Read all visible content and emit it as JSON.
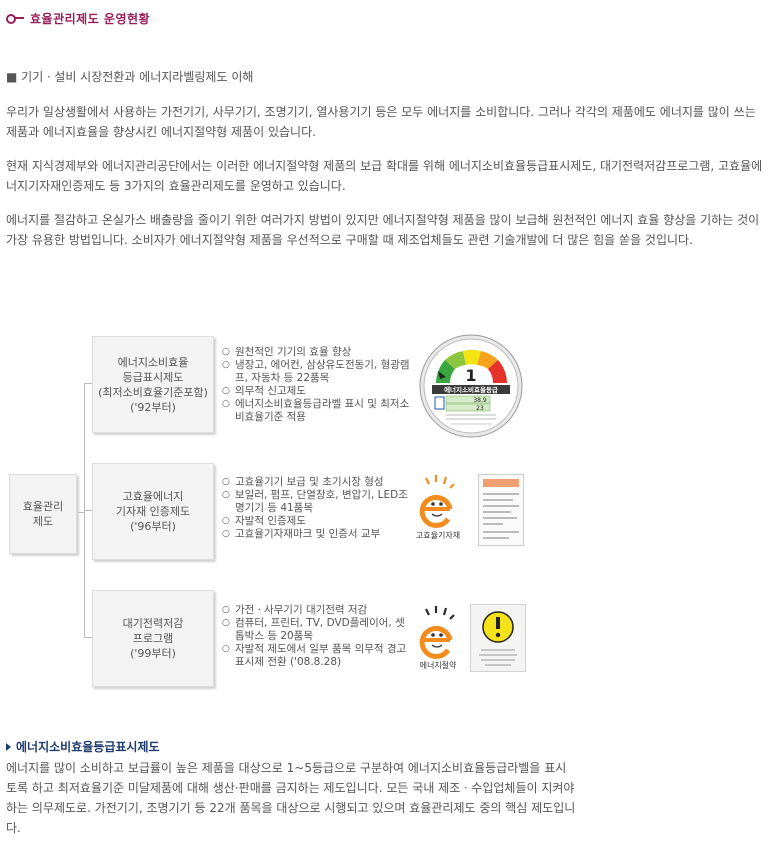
{
  "page_title": "효율관리제도 운영현황",
  "section_heading": "■ 기기ㆍ설비 시장전환과 에너지라벨링제도 이해",
  "paragraphs": [
    "우리가 일상생활에서 사용하는 가전기기, 사무기기, 조명기기, 열사용기기 등은 모두 에너지를 소비합니다. 그러나 각각의 제품에도 에너지를 많이 쓰는 제품과 에너지효율을 향상시킨 에너지절약형 제품이 있습니다.",
    "현재 지식경제부와 에너지관리공단에서는 이러한 에너지절약형 제품의 보급 확대를 위해 에너지소비효율등급표시제도, 대기전력저감프로그램, 고효율에너지기자재인증제도 등 3가지의 효율관리제도를 운영하고 있습니다.",
    "에너지를 절감하고 온실가스 배출량을 줄이기 위한 여러가지 방법이 있지만 에너지절약형 제품을 많이 보급해 원천적인 에너지 효율 향상을 기하는 것이 가장 유용한 방법입니다. 소비자가 에너지절약형 제품을 우선적으로 구매할 때 제조업체들도 관련 기술개발에 더 많은 힘을 쏟을 것입니다."
  ],
  "diagram": {
    "root": [
      "효율관리",
      "제도"
    ],
    "programs": [
      {
        "name_lines": [
          "에너지소비효율",
          "등급표시제도",
          "(최저소비효율기준포함)",
          "('92부터)"
        ],
        "bullets": [
          "원천적인 기기의 효율 향상",
          "냉장고, 에어컨, 삼상유도전동기, 형광램프, 자동차 등 22품목",
          "의무적 신고제도",
          "에너지소비효율등급라벨 표시 및 최저소비효율기준 적용"
        ],
        "label": {
          "title": "에너지소비효율등급",
          "grade": "1",
          "value1": "38.9",
          "value2": "23"
        }
      },
      {
        "name_lines": [
          "고효율에너지",
          "기자재 인증제도",
          "('96부터)"
        ],
        "bullets": [
          "고효율기기 보급 및 초기시장 형성",
          "보일러, 펌프, 단열창호, 변압기, LED조명기기 등 41품목",
          "자발적 인증제도",
          "고효율기자재마크 및 인증서 교부"
        ],
        "logo_caption": "고효율기자재"
      },
      {
        "name_lines": [
          "대기전력저감",
          "프로그램",
          "('99부터)"
        ],
        "bullets": [
          "가전ㆍ사무기기 대기전력 저감",
          "컴퓨터, 프린터, TV, DVD플레이어, 셋톱박스 등 20품목",
          "자발적 제도에서 일부 품목 의무적 경고표시제 전환 ('08.8.28)"
        ],
        "logo_caption": "에너지절약"
      }
    ]
  },
  "subsection": {
    "heading": "에너지소비효율등급표시제도",
    "text": "에너지를 많이 소비하고 보급률이 높은 제품을 대상으로 1~5등급으로 구분하여 에너지소비효율등급라벨을 표시토록 하고 최저효율기준 미달제품에 대해 생산·판매를 금지하는 제도입니다. 모든 국내 제조ㆍ수입업체들이 지켜야 하는 의무제도로. 가전기기, 조명기기 등 22개 품목을 대상으로 시행되고 있으며 효율관리제도 중의 핵심 제도입니다."
  },
  "colors": {
    "title": "#9a1e5a",
    "subheading": "#1e3a6e",
    "text": "#555555"
  }
}
